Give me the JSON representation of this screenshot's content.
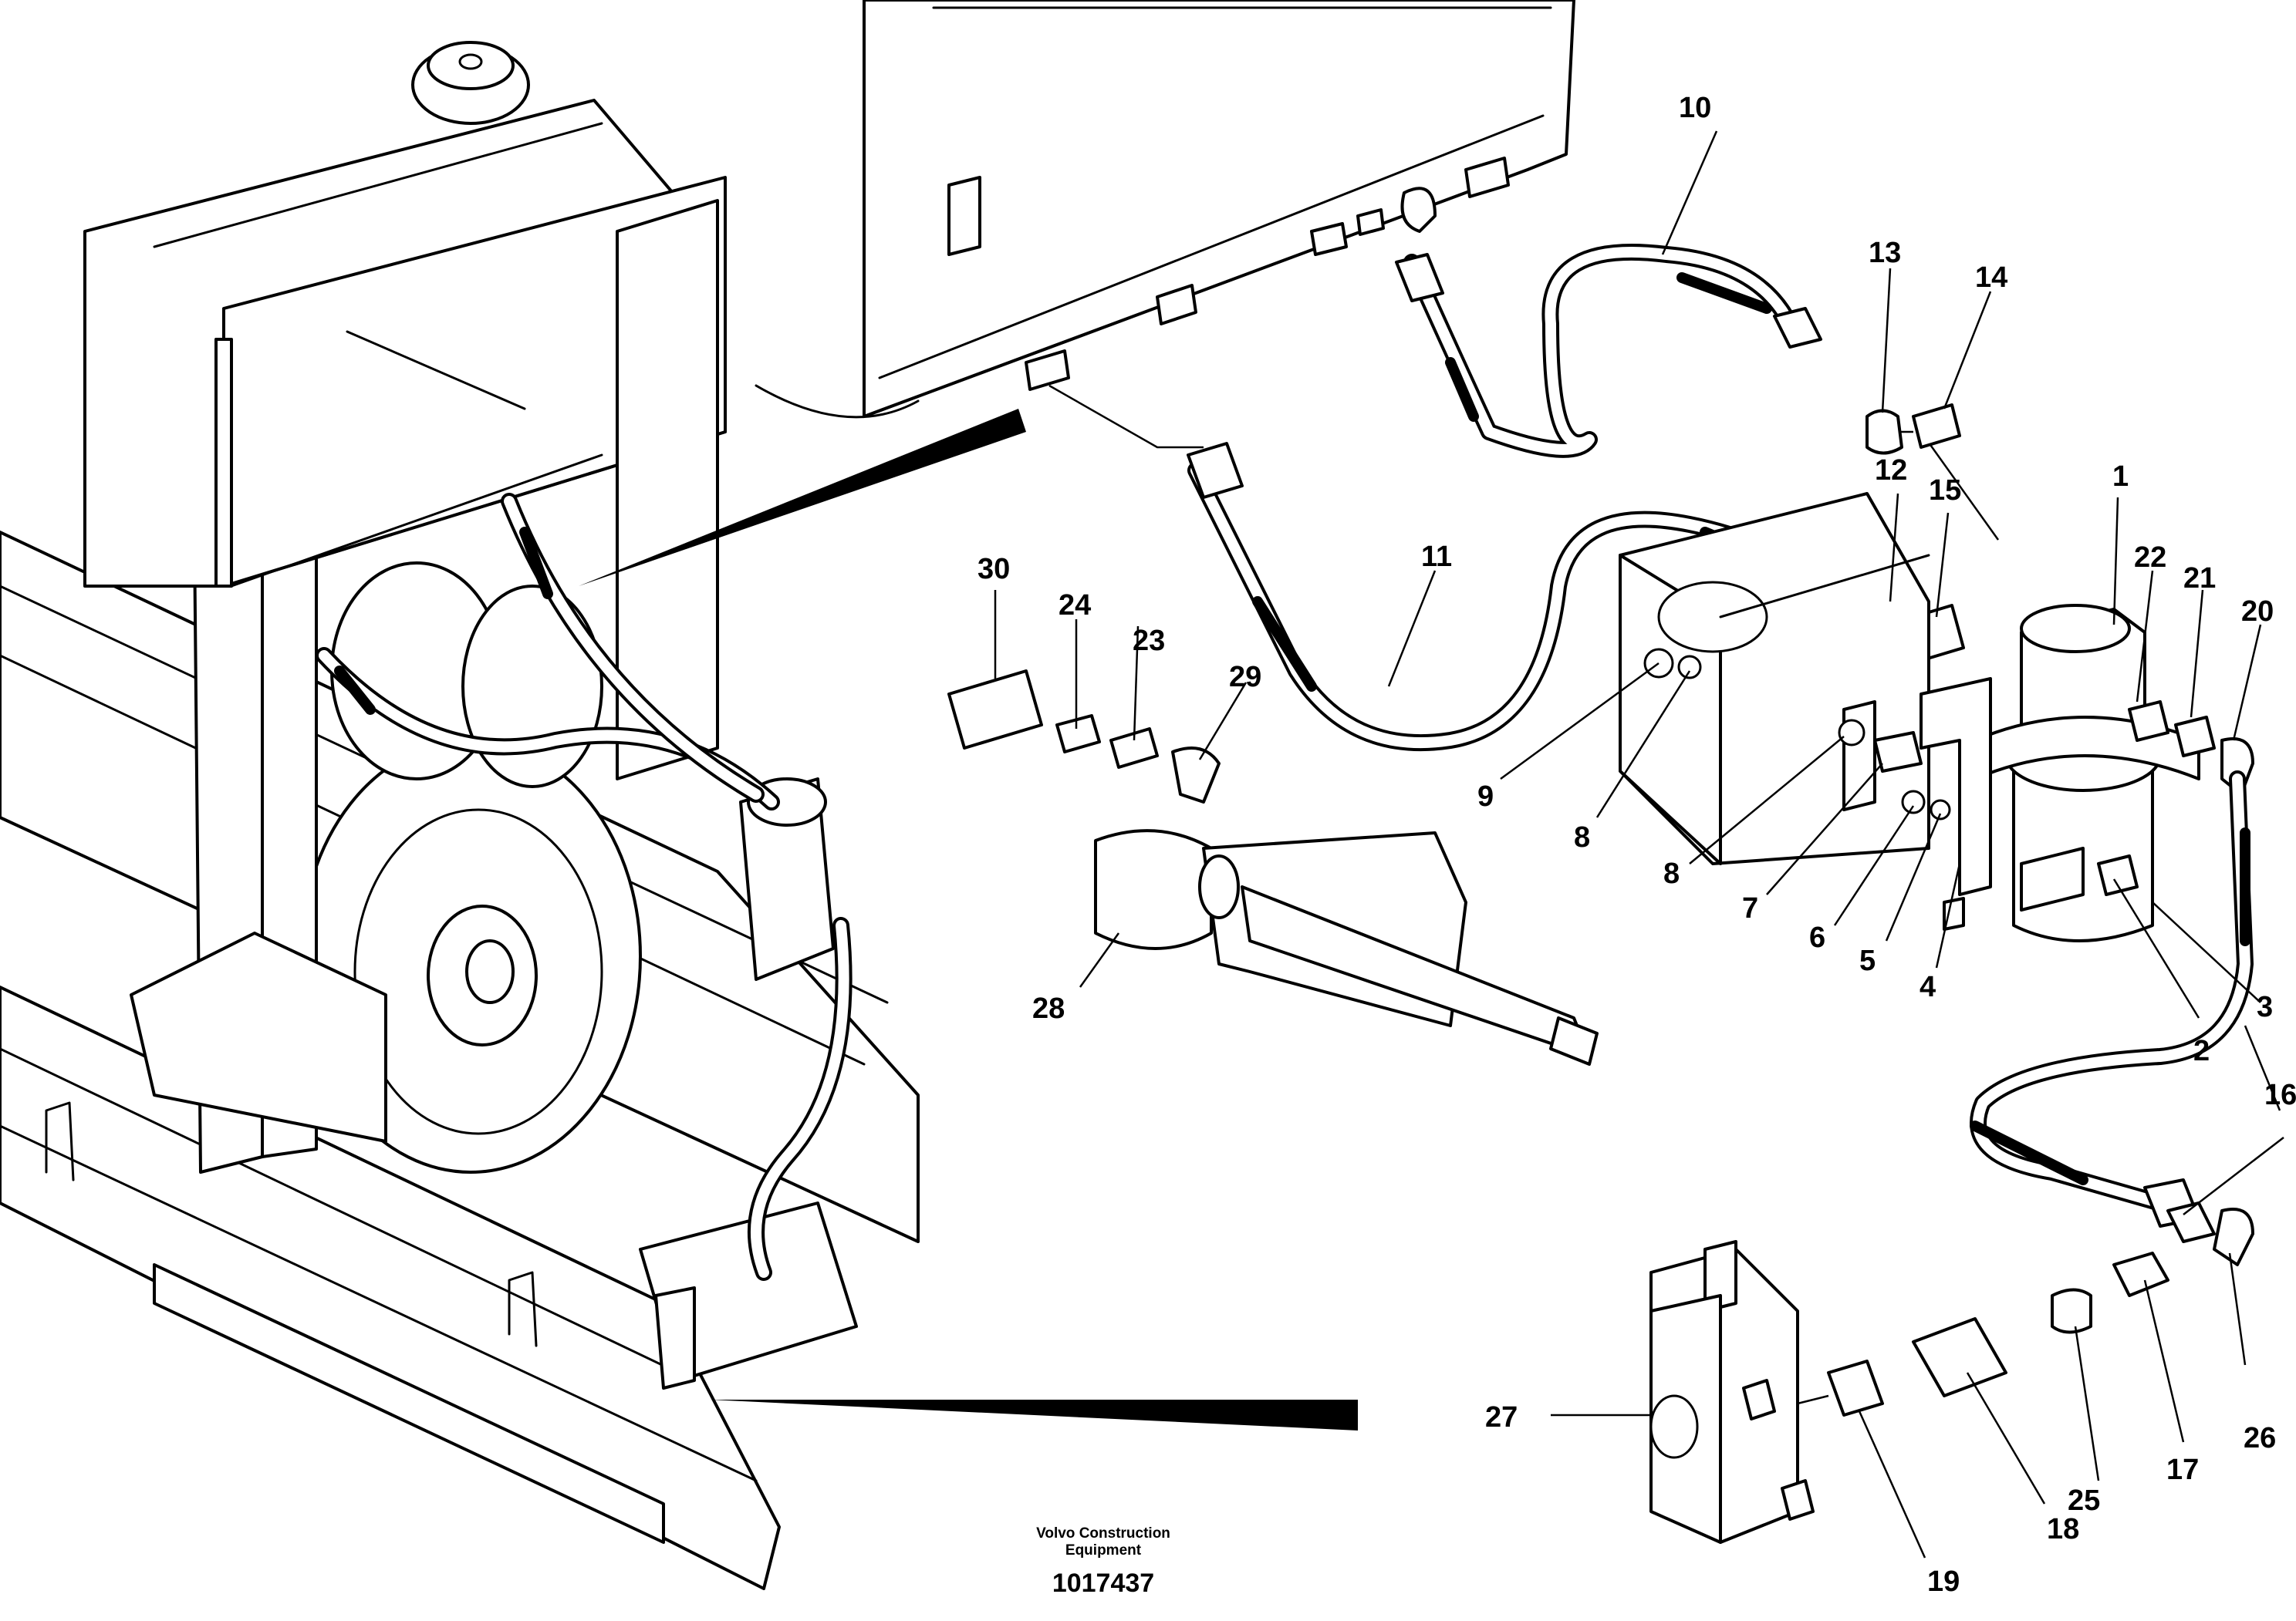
{
  "callouts": [
    "1",
    "2",
    "3",
    "4",
    "5",
    "6",
    "7",
    "8",
    "8",
    "9",
    "10",
    "11",
    "12",
    "13",
    "14",
    "15",
    "16",
    "17",
    "18",
    "19",
    "20",
    "21",
    "22",
    "23",
    "24",
    "25",
    "26",
    "27",
    "28",
    "29",
    "30"
  ],
  "footer": {
    "brand_line1": "Volvo Construction",
    "brand_line2": "Equipment",
    "drawing_number": "1017437"
  }
}
